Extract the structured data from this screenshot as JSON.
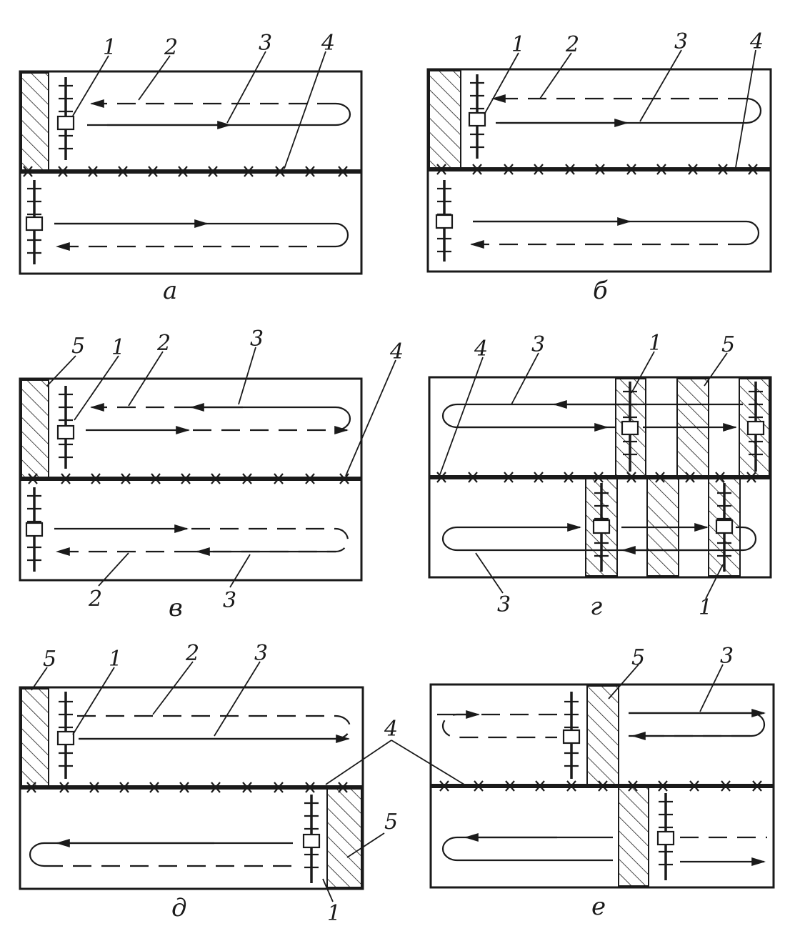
{
  "diagram": {
    "panels": [
      {
        "id": "a",
        "caption": "а",
        "callouts": [
          "1",
          "2",
          "3",
          "4"
        ]
      },
      {
        "id": "b",
        "caption": "б",
        "callouts": [
          "1",
          "2",
          "3",
          "4"
        ]
      },
      {
        "id": "v",
        "caption": "в",
        "callouts": [
          "5",
          "1",
          "2",
          "3",
          "4",
          "2",
          "3"
        ]
      },
      {
        "id": "g",
        "caption": "г",
        "callouts": [
          "4",
          "3",
          "1",
          "5",
          "3",
          "1"
        ]
      },
      {
        "id": "d",
        "caption": "д",
        "callouts": [
          "5",
          "1",
          "2",
          "3",
          "4",
          "5",
          "1"
        ]
      },
      {
        "id": "e",
        "caption": "е",
        "callouts": [
          "5",
          "3"
        ]
      }
    ]
  }
}
